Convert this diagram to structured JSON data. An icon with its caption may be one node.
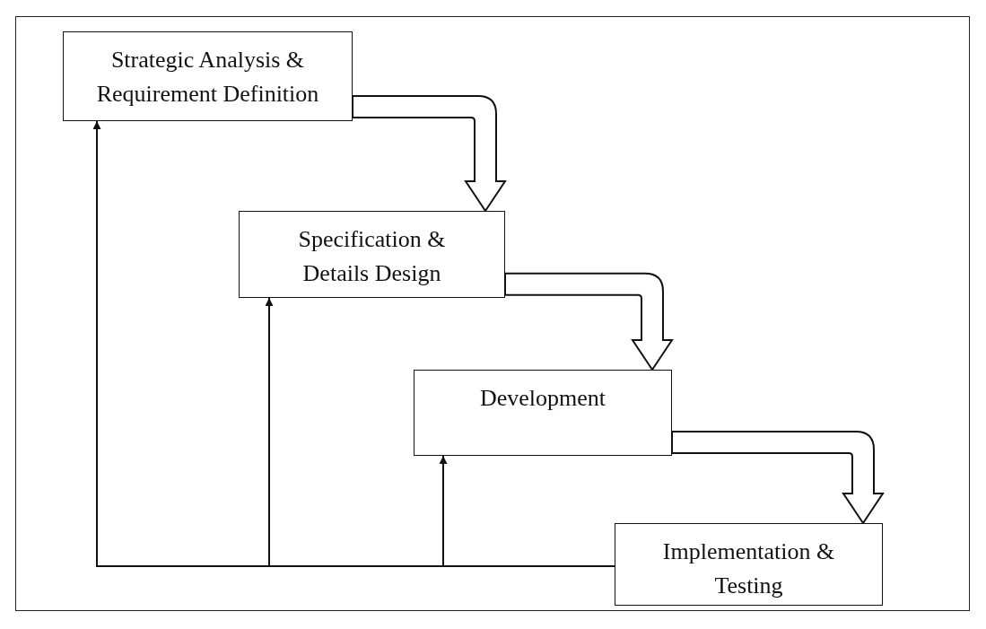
{
  "diagram": {
    "nodes": [
      {
        "text": [
          "Strategic Analysis & Requirement Definition"
        ]
      },
      {
        "text": [
          "Specification & Details Design"
        ]
      },
      {
        "text": [
          "Development"
        ]
      },
      {
        "text": [
          "Implementation & Testing"
        ]
      }
    ],
    "edges": [
      {
        "from": 0,
        "to": 1,
        "arrow": "to",
        "style": "thick"
      },
      {
        "from": 1,
        "to": 2,
        "arrow": "to",
        "style": "thick"
      },
      {
        "from": 2,
        "to": 3,
        "arrow": "to",
        "style": "thick"
      },
      {
        "from": 3,
        "to": 0,
        "arrow": "to"
      },
      {
        "from": 3,
        "to": 1,
        "arrow": "to"
      },
      {
        "from": 3,
        "to": 2,
        "arrow": "to"
      }
    ]
  }
}
